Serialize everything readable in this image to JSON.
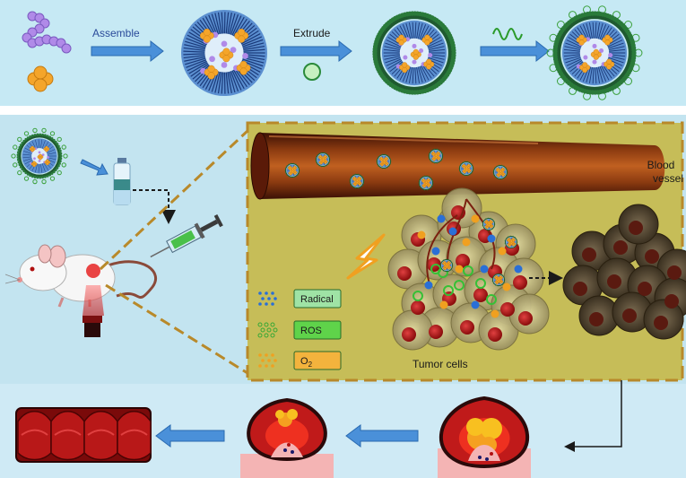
{
  "top_panel": {
    "assemble_label": "Assemble",
    "extrude_label": "Extrude"
  },
  "middle_panel": {
    "blood_vessel_label": "Blood\nvessel",
    "tumor_cells_label": "Tumor cells",
    "legend": [
      {
        "label": "Radical",
        "color": "#9fe3a5",
        "dot_color": "#2a6fd6"
      },
      {
        "label": "ROS",
        "color": "#5fd34a",
        "dot_color": "#36a836"
      },
      {
        "label": "O",
        "sub": "2",
        "color": "#f3b33d",
        "dot_color": "#f0a020"
      }
    ]
  },
  "colors": {
    "top_bg": "#c6e9f4",
    "middle_bg": "#c3e4f0",
    "bottom_bg": "#cfeaf5",
    "tumor_panel_bg": "#c6bd58",
    "dash_border": "#b8892a",
    "arrow_blue": "#4a90d9",
    "vessel": "#7a2a10",
    "tumor_red": "#b71c1c",
    "nano_green": "#1f5a30",
    "nano_purple": "#a987e0",
    "nano_orange": "#f4a52a"
  },
  "icons": [
    "purple-polymer-chain-icon",
    "orange-cluster-icon",
    "nanoparticle-icon",
    "green-spring-icon",
    "vial-icon",
    "syringe-icon",
    "mouse-icon",
    "laser-icon",
    "lightning-icon",
    "blood-vessel-icon",
    "tumor-cluster-icon",
    "dead-tumor-icon",
    "colon-icon",
    "tumor-tissue-icon"
  ]
}
